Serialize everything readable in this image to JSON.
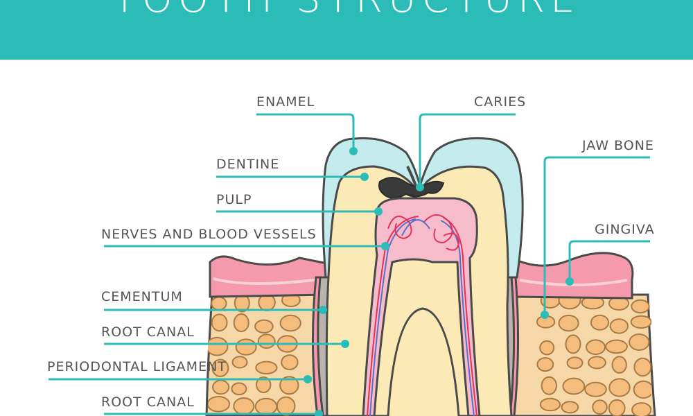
{
  "title": "TOOTH STRUCTURE",
  "labels": {
    "enamel": "ENAMEL",
    "caries": "CARIES",
    "jaw_bone": "JAW BONE",
    "dentine": "DENTINE",
    "pulp": "PULP",
    "gingiva": "GINGIVA",
    "nerves": "NERVES AND BLOOD VESSELS",
    "cementum": "CEMENTUM",
    "root_canal_1": "ROOT CANAL",
    "periodontal": "PERIODONTAL LIGAMENT",
    "root_canal_2": "ROOT CANAL"
  },
  "colors": {
    "banner": "#2bbcb8",
    "leader_line": "#2bbcb8",
    "enamel": "#c5ecec",
    "dentine": "#fbe9b6",
    "pulp": "#f7bccb",
    "gingiva": "#f59aad",
    "bone": "#f5d7a8",
    "bone_cell": "#f4bd7e",
    "caries": "#3a3a3a",
    "outline": "#4a4a4a"
  }
}
